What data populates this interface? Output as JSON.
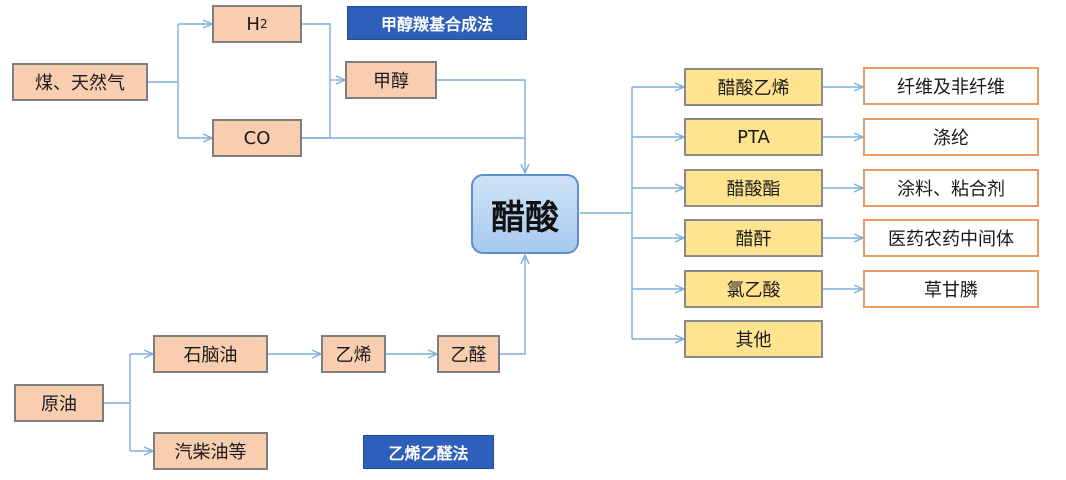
{
  "colors": {
    "source_fill": "#f9cdb0",
    "product_fill": "#ffe38f",
    "application_border": "#e89a62",
    "method_label_fill": "#2e5fbb",
    "center_fill": "#a7c9ee",
    "connector": "#7faedb"
  },
  "methods": {
    "methanol_carbonylation": "甲醇羰基合成法",
    "ethylene_acetaldehyde": "乙烯乙醛法"
  },
  "feedstocks": {
    "coal_gas": "煤、天然气",
    "h2_base": "H",
    "h2_sub": "2",
    "co": "CO",
    "methanol": "甲醇",
    "crude_oil": "原油",
    "naphtha": "石脑油",
    "diesel_gasoline": "汽柴油等",
    "ethylene": "乙烯",
    "acetaldehyde": "乙醛"
  },
  "center": "醋酸",
  "products": [
    {
      "name": "醋酸乙烯",
      "application": "纤维及非纤维"
    },
    {
      "name": "PTA",
      "application": "涤纶"
    },
    {
      "name": "醋酸酯",
      "application": "涂料、粘合剂"
    },
    {
      "name": "醋酐",
      "application": "医药农药中间体"
    },
    {
      "name": "氯乙酸",
      "application": "草甘膦"
    },
    {
      "name": "其他",
      "application": ""
    }
  ]
}
